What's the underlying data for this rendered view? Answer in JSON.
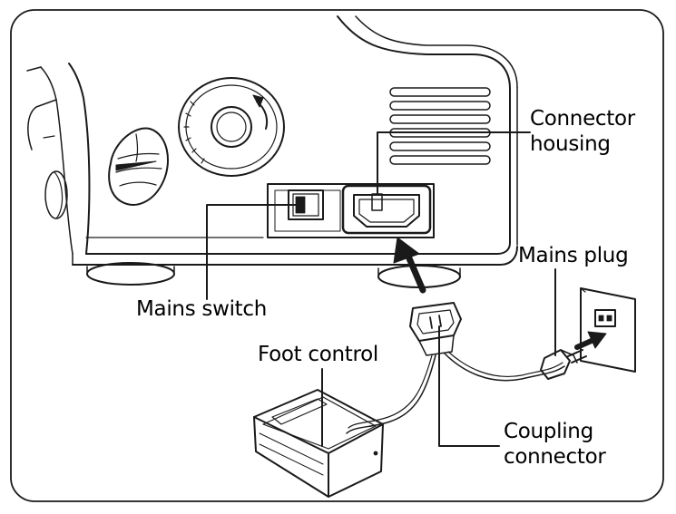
{
  "labels": {
    "connector_housing": [
      "Connector",
      "housing"
    ],
    "mains_plug": "Mains plug",
    "mains_switch": "Mains switch",
    "foot_control": "Foot control",
    "coupling_connector": [
      "Coupling",
      "connector"
    ]
  }
}
